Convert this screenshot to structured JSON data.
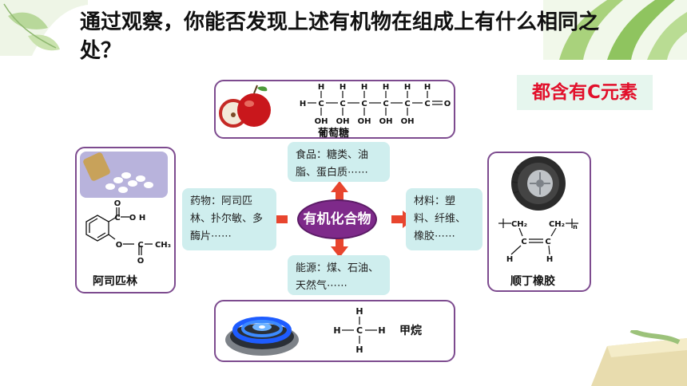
{
  "question": "通过观察，你能否发现上述有机物在组成上有什么相同之处？",
  "answer": "都含有C元素",
  "center": "有机化合物",
  "categories": {
    "food": "食品：糖类、油脂、蛋白质⋯⋯",
    "medicine": "药物：阿司匹林、扑尔敏、多酶片⋯⋯",
    "material": "材料：塑料、纤维、橡胶⋯⋯",
    "energy": "能源：煤、石油、天然气⋯⋯"
  },
  "compounds": {
    "glucose": "葡萄糖",
    "aspirin": "阿司匹林",
    "rubber": "顺丁橡胶",
    "methane": "甲烷"
  },
  "formula": {
    "H": "H",
    "C": "C",
    "O": "O",
    "OH": "OH",
    "CH3": "CH₃",
    "CH2": "CH₂",
    "n": "n",
    "dots": "⋯⋯"
  },
  "colors": {
    "accent_red": "#e2102b",
    "box_border": "#7d4b8f",
    "teal": "#cfeeee",
    "center_purple": "#7e2a8a",
    "arrow_red": "#e8452e"
  }
}
